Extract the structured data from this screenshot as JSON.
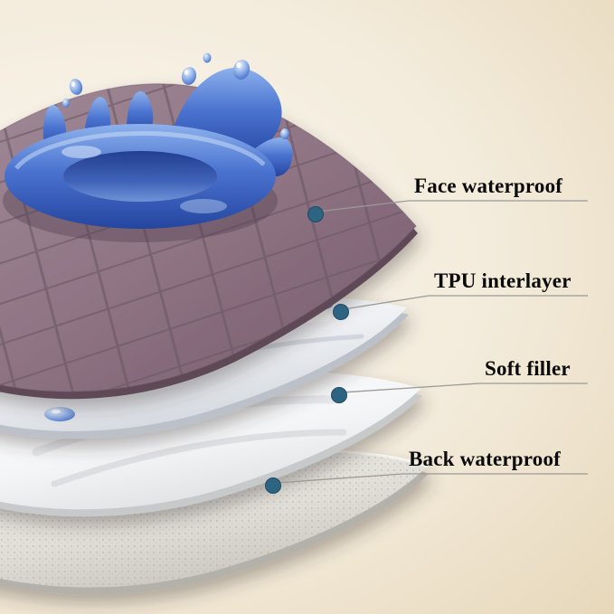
{
  "callouts": [
    {
      "label": "Face waterproof"
    },
    {
      "label": "TPU interlayer"
    },
    {
      "label": "Soft filler"
    },
    {
      "label": "Back waterproof"
    }
  ],
  "colors": {
    "accent_dot": "#2d6482",
    "background": "#efe4cf",
    "face_layer": "#8f7484",
    "water_blue": "#3f6fcf",
    "label_text": "#0a0a0a",
    "connector_line": "#9a9a96"
  }
}
